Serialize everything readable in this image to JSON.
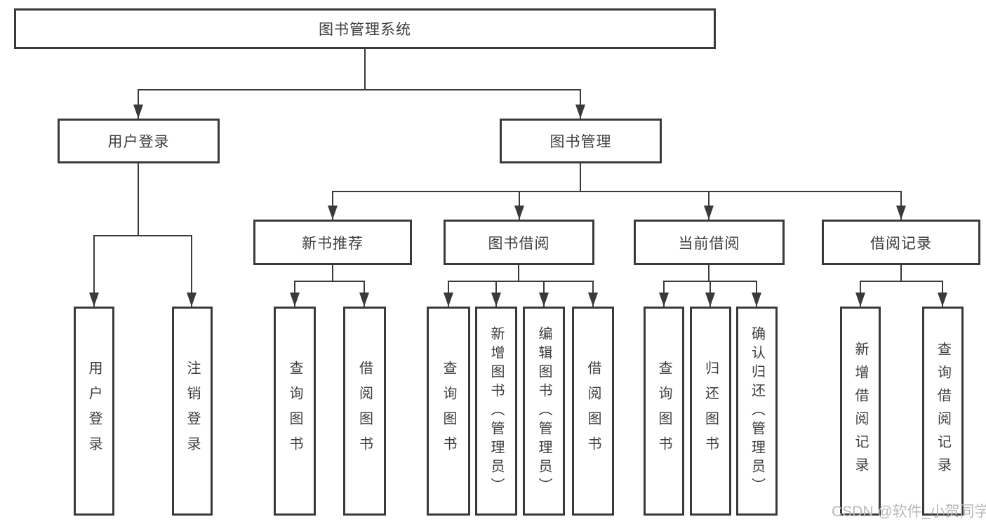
{
  "diagram": {
    "root": "图书管理系统",
    "children": [
      {
        "label": "用户登录",
        "leaves": [
          "用户登录",
          "注销登录"
        ]
      },
      {
        "label": "图书管理",
        "children": [
          {
            "label": "新书推荐",
            "leaves": [
              "查询图书",
              "借阅图书"
            ]
          },
          {
            "label": "图书借阅",
            "leaves": [
              "查询图书",
              "新增图书（管理员）",
              "编辑图书（管理员）",
              "借阅图书"
            ]
          },
          {
            "label": "当前借阅",
            "leaves": [
              "查询图书",
              "归还图书",
              "确认归还（管理员）"
            ]
          },
          {
            "label": "借阅记录",
            "leaves": [
              "新增借阅记录",
              "查询借阅记录"
            ]
          }
        ]
      }
    ]
  },
  "watermark": "CSDN @软件_小贺同学",
  "colors": {
    "line": "#3a3a3a",
    "box_border": "#3a3a3a",
    "box_fill": "#ffffff",
    "text": "#3d3d3d",
    "watermark": "#b9b9b9",
    "background": "#ffffff"
  }
}
